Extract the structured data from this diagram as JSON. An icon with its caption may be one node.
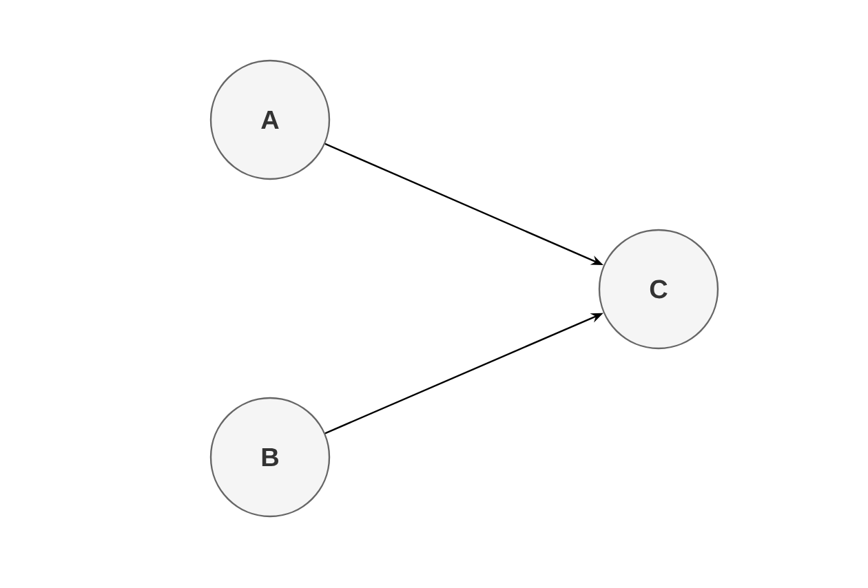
{
  "diagram": {
    "nodes": [
      {
        "text": [
          "A"
        ]
      },
      {
        "text": [
          "B"
        ]
      },
      {
        "text": [
          "C"
        ]
      }
    ],
    "edges": [
      {
        "from": 0,
        "to": 2,
        "arrow": "to"
      },
      {
        "from": 1,
        "to": 2,
        "arrow": "to"
      }
    ]
  }
}
